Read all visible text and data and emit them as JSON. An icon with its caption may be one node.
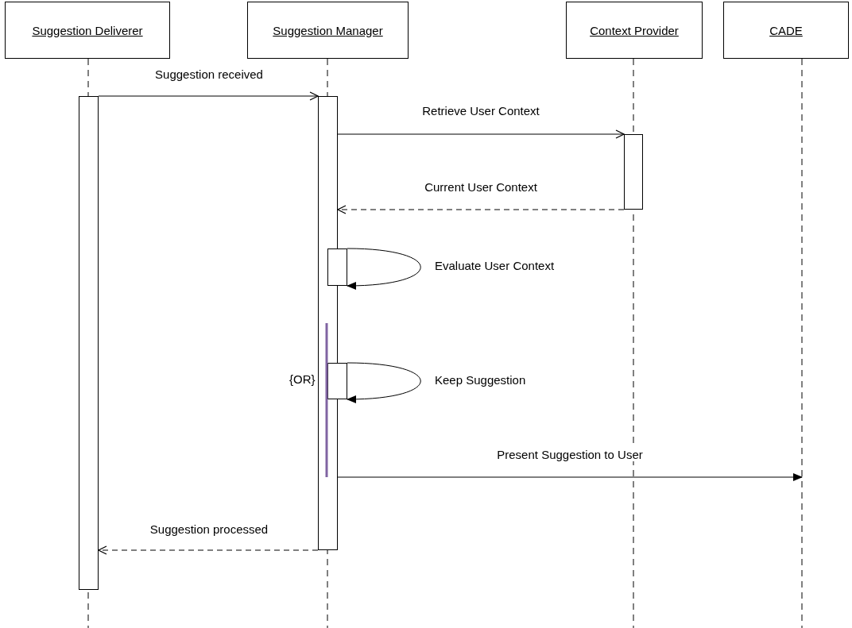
{
  "diagram": {
    "nodes": [
      {
        "text": [
          "Suggestion Deliverer"
        ]
      },
      {
        "text": [
          "Suggestion Manager"
        ]
      },
      {
        "text": [
          "Context Provider"
        ]
      },
      {
        "text": [
          "CADE"
        ]
      },
      {
        "text": [],
        "shape": "bar"
      },
      {
        "text": [],
        "shape": "bar"
      },
      {
        "text": [],
        "shape": "bar"
      },
      {
        "text": [],
        "shape": "bar"
      },
      {
        "text": [],
        "shape": "bar"
      }
    ],
    "edges": [
      {
        "from": 4,
        "to": 5,
        "arrow": "to",
        "label": "Suggestion received"
      },
      {
        "from": 5,
        "to": 6,
        "arrow": "to",
        "label": "Retrieve User Context"
      },
      {
        "from": 6,
        "to": 5,
        "arrow": "to",
        "label": "Current User Context",
        "style": "dashed"
      },
      {
        "from": 7,
        "to": 7,
        "arrow": "to",
        "label": "Evaluate User Context"
      },
      {
        "from": 8,
        "to": 8,
        "arrow": "to",
        "label": "Keep Suggestion"
      },
      {
        "from": 5,
        "to": null,
        "arrow": "to",
        "label": "Present Suggestion to User"
      },
      {
        "from": 5,
        "to": 4,
        "arrow": "to",
        "label": "Suggestion processed",
        "style": "dashed"
      }
    ],
    "labels": [
      "{OR}"
    ]
  }
}
